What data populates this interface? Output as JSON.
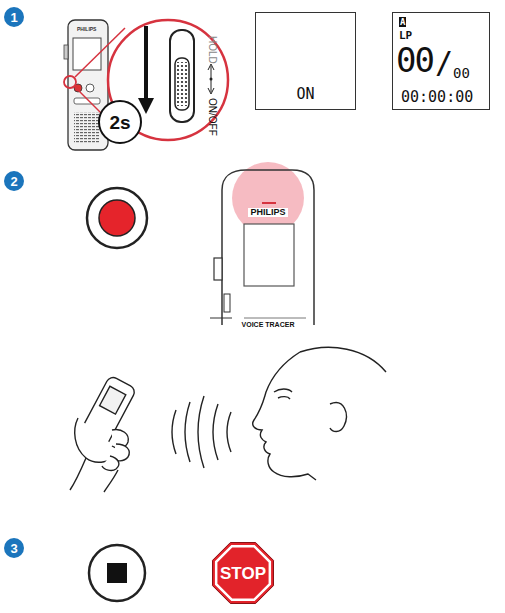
{
  "diagram": {
    "nodes": [
      {
        "text": [
          "1"
        ]
      },
      {
        "text": [
          "2s"
        ]
      },
      {
        "text": [
          "ON"
        ]
      },
      {
        "text": [
          "A",
          "LP",
          "00",
          "/",
          "00",
          "00:00:00"
        ]
      },
      {
        "text": [
          "2"
        ]
      },
      {
        "text": [
          "3"
        ]
      },
      {
        "text": [
          "STOP"
        ]
      }
    ],
    "edges": [],
    "labels": [
      "PHILIPS",
      "HOLD",
      "ON/OFF",
      "PHILIPS",
      "VOICE TRACER"
    ]
  }
}
